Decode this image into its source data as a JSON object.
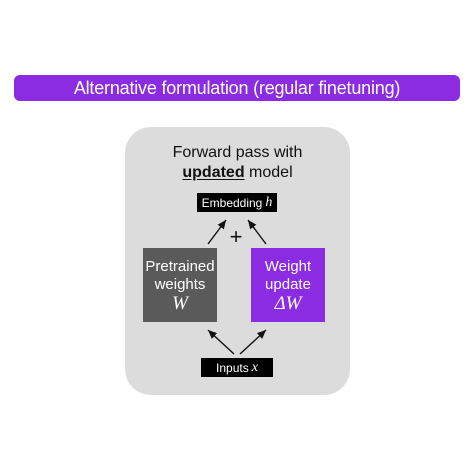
{
  "banner": {
    "title": "Alternative formulation (regular finetuning)"
  },
  "caption": {
    "line1": "Forward pass with",
    "emphasis": "updated",
    "line2_rest": " model"
  },
  "embedding": {
    "label": "Embedding",
    "symbol": "h"
  },
  "inputs": {
    "label": "Inputs",
    "symbol": "x"
  },
  "pretrained": {
    "line1": "Pretrained",
    "line2": "weights",
    "symbol": "W"
  },
  "update": {
    "line1": "Weight",
    "line2": "update",
    "symbol": "ΔW"
  },
  "plus": "+",
  "colors": {
    "accent": "#8b2be2",
    "pretrained_box": "#5a5a5a",
    "panel": "#dcdcdc",
    "block": "#000000"
  }
}
